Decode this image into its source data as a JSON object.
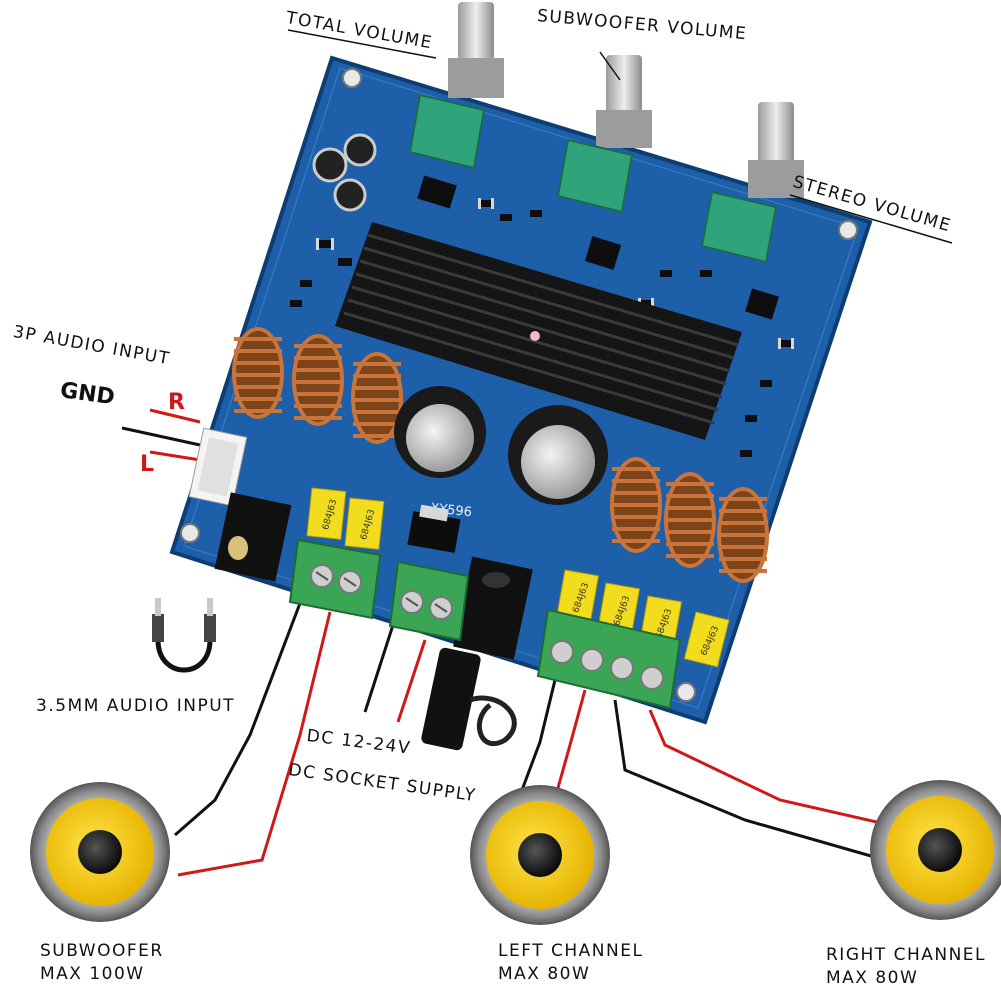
{
  "labels": {
    "total_volume": "TOTAL VOLUME",
    "subwoofer_volume": "SUBWOOFER VOLUME",
    "stereo_volume": "STEREO VOLUME",
    "audio_input_3p": "3P AUDIO INPUT",
    "r": "R",
    "l": "L",
    "gnd": "GND",
    "audio_35mm": "3.5MM AUDIO INPUT",
    "dc_voltage": "DC 12-24V",
    "dc_socket": "DC SOCKET SUPPLY",
    "subwoofer_line1": "SUBWOOFER",
    "subwoofer_line2": "MAX 100W",
    "left_line1": "LEFT CHANNEL",
    "left_line2": "MAX 80W",
    "right_line1": "RIGHT CHANNEL",
    "right_line2": "MAX 80W",
    "board_model": "XY596",
    "cap_marking": "684J63"
  },
  "colors": {
    "board": "#1d5fa8",
    "heatsink": "#1a1a1a",
    "terminal": "#3aa655",
    "pot": "#2fa37a",
    "cap": "#f2dc1e",
    "speaker_cone": "#f5c800",
    "wire_red": "#d01818",
    "wire_black": "#111111",
    "coil": "#c8743a"
  }
}
